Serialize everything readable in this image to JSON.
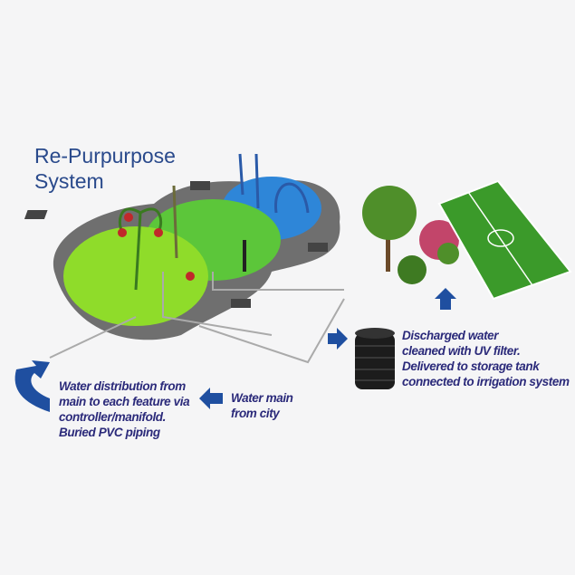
{
  "title": {
    "line1": "Re-Purpurpose",
    "line2": "System"
  },
  "captions": {
    "distribution": [
      "Water distribution from",
      "main to each feature via",
      "controller/manifold.",
      "Buried PVC piping"
    ],
    "water_main": [
      "Water main",
      "from city"
    ],
    "discharge": [
      "Discharged water",
      "cleaned with UV filter.",
      "Delivered to storage tank",
      "connected to irrigation system"
    ]
  },
  "colors": {
    "arrow": "#1f4fa0",
    "text": "#2b2a7a",
    "title": "#2a4a8c",
    "zone_light": "#8fdc2a",
    "zone_mid": "#5cc63a",
    "zone_blue": "#2e86d8",
    "pad": "#6d6d6d"
  }
}
